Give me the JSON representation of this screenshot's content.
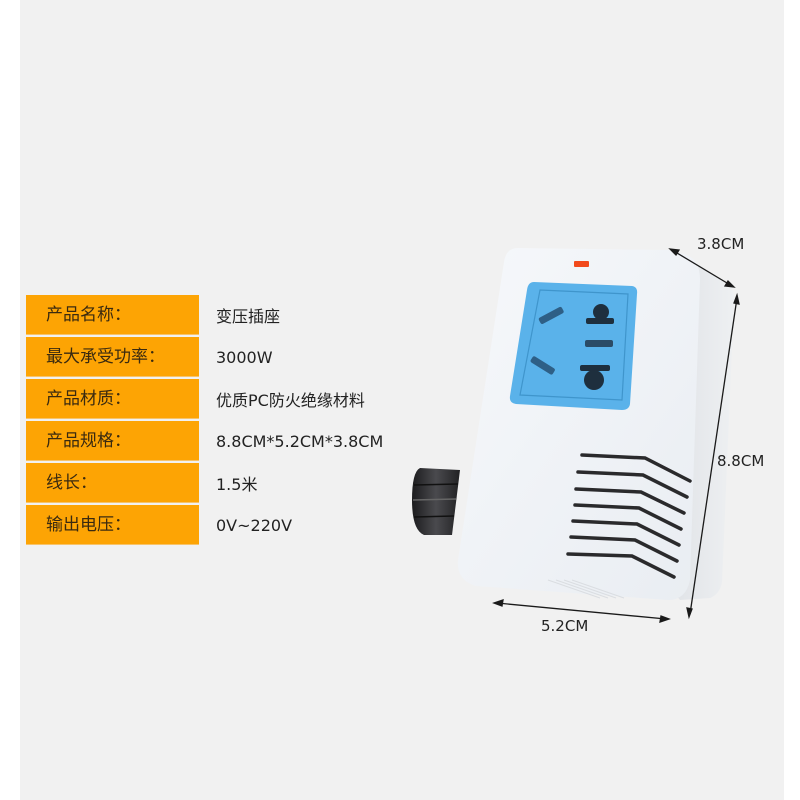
{
  "specs": [
    {
      "label": "产品名称：",
      "value": "变压插座"
    },
    {
      "label": "最大承受功率：",
      "value": "3000W"
    },
    {
      "label": "产品材质：",
      "value": "优质PC防火绝缘材料"
    },
    {
      "label": "产品规格：",
      "value": "8.8CM*5.2CM*3.8CM"
    },
    {
      "label": "线长：",
      "value": "1.5米"
    },
    {
      "label": "输出电压：",
      "value": "0V~220V"
    }
  ],
  "dimensions": {
    "depth": "3.8CM",
    "height": "8.8CM",
    "width": "5.2CM"
  },
  "colors": {
    "label_bg": "#fda404",
    "socket_blue": "#5ab2ea",
    "indicator_red": "#f24a1c",
    "body_white": "#f4f6f8",
    "knob_black": "#2a2a2c"
  },
  "product": {
    "icons": [
      "socket-icon",
      "indicator-led-icon",
      "voltage-knob-icon",
      "vent-slots-icon"
    ]
  }
}
